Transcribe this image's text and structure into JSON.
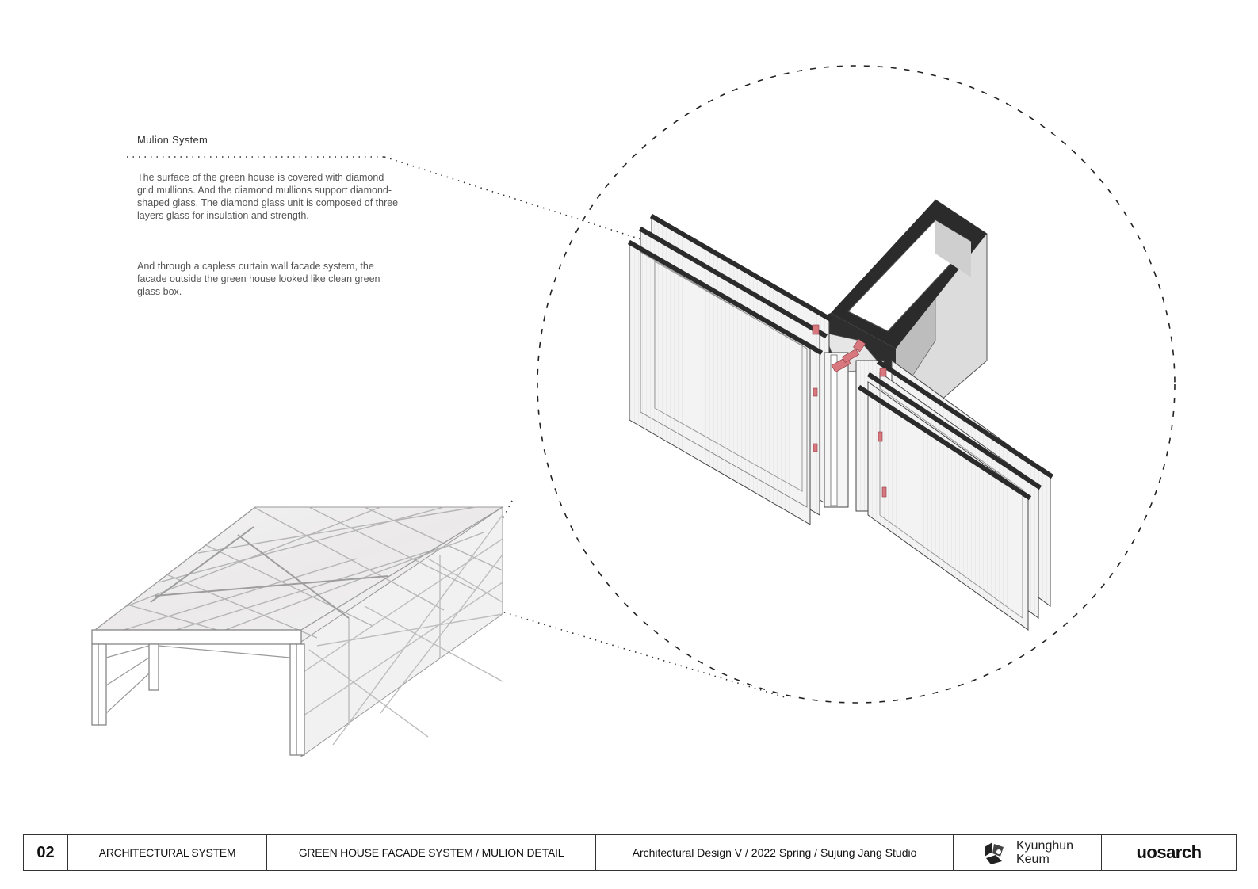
{
  "annotation": {
    "heading": "Mulion System",
    "paragraph1": "The surface of the green house is covered with diamond grid mullions. And the diamond mullions support diamond-shaped glass. The diamond glass unit is composed of three layers glass for insulation and strength.",
    "paragraph2": "And through a capless curtain wall facade system, the facade outside the green house looked like clean green glass box."
  },
  "footer": {
    "sheet_number": "02",
    "section": "ARCHITECTURAL SYSTEM",
    "drawing_title": "GREEN HOUSE FACADE SYSTEM / MULION DETAIL",
    "course": "Architectural Design V / 2022 Spring / Sujung Jang Studio",
    "author_first": "Kyunghun",
    "author_last": "Keum",
    "school_logo": "uosarch"
  },
  "colors": {
    "frame": "#2b2b2b",
    "glass": "#f1f1f1",
    "gasket": "#d9777f",
    "lines": "#333333"
  },
  "icons": [
    "author-logo-icon",
    "school-logo"
  ]
}
